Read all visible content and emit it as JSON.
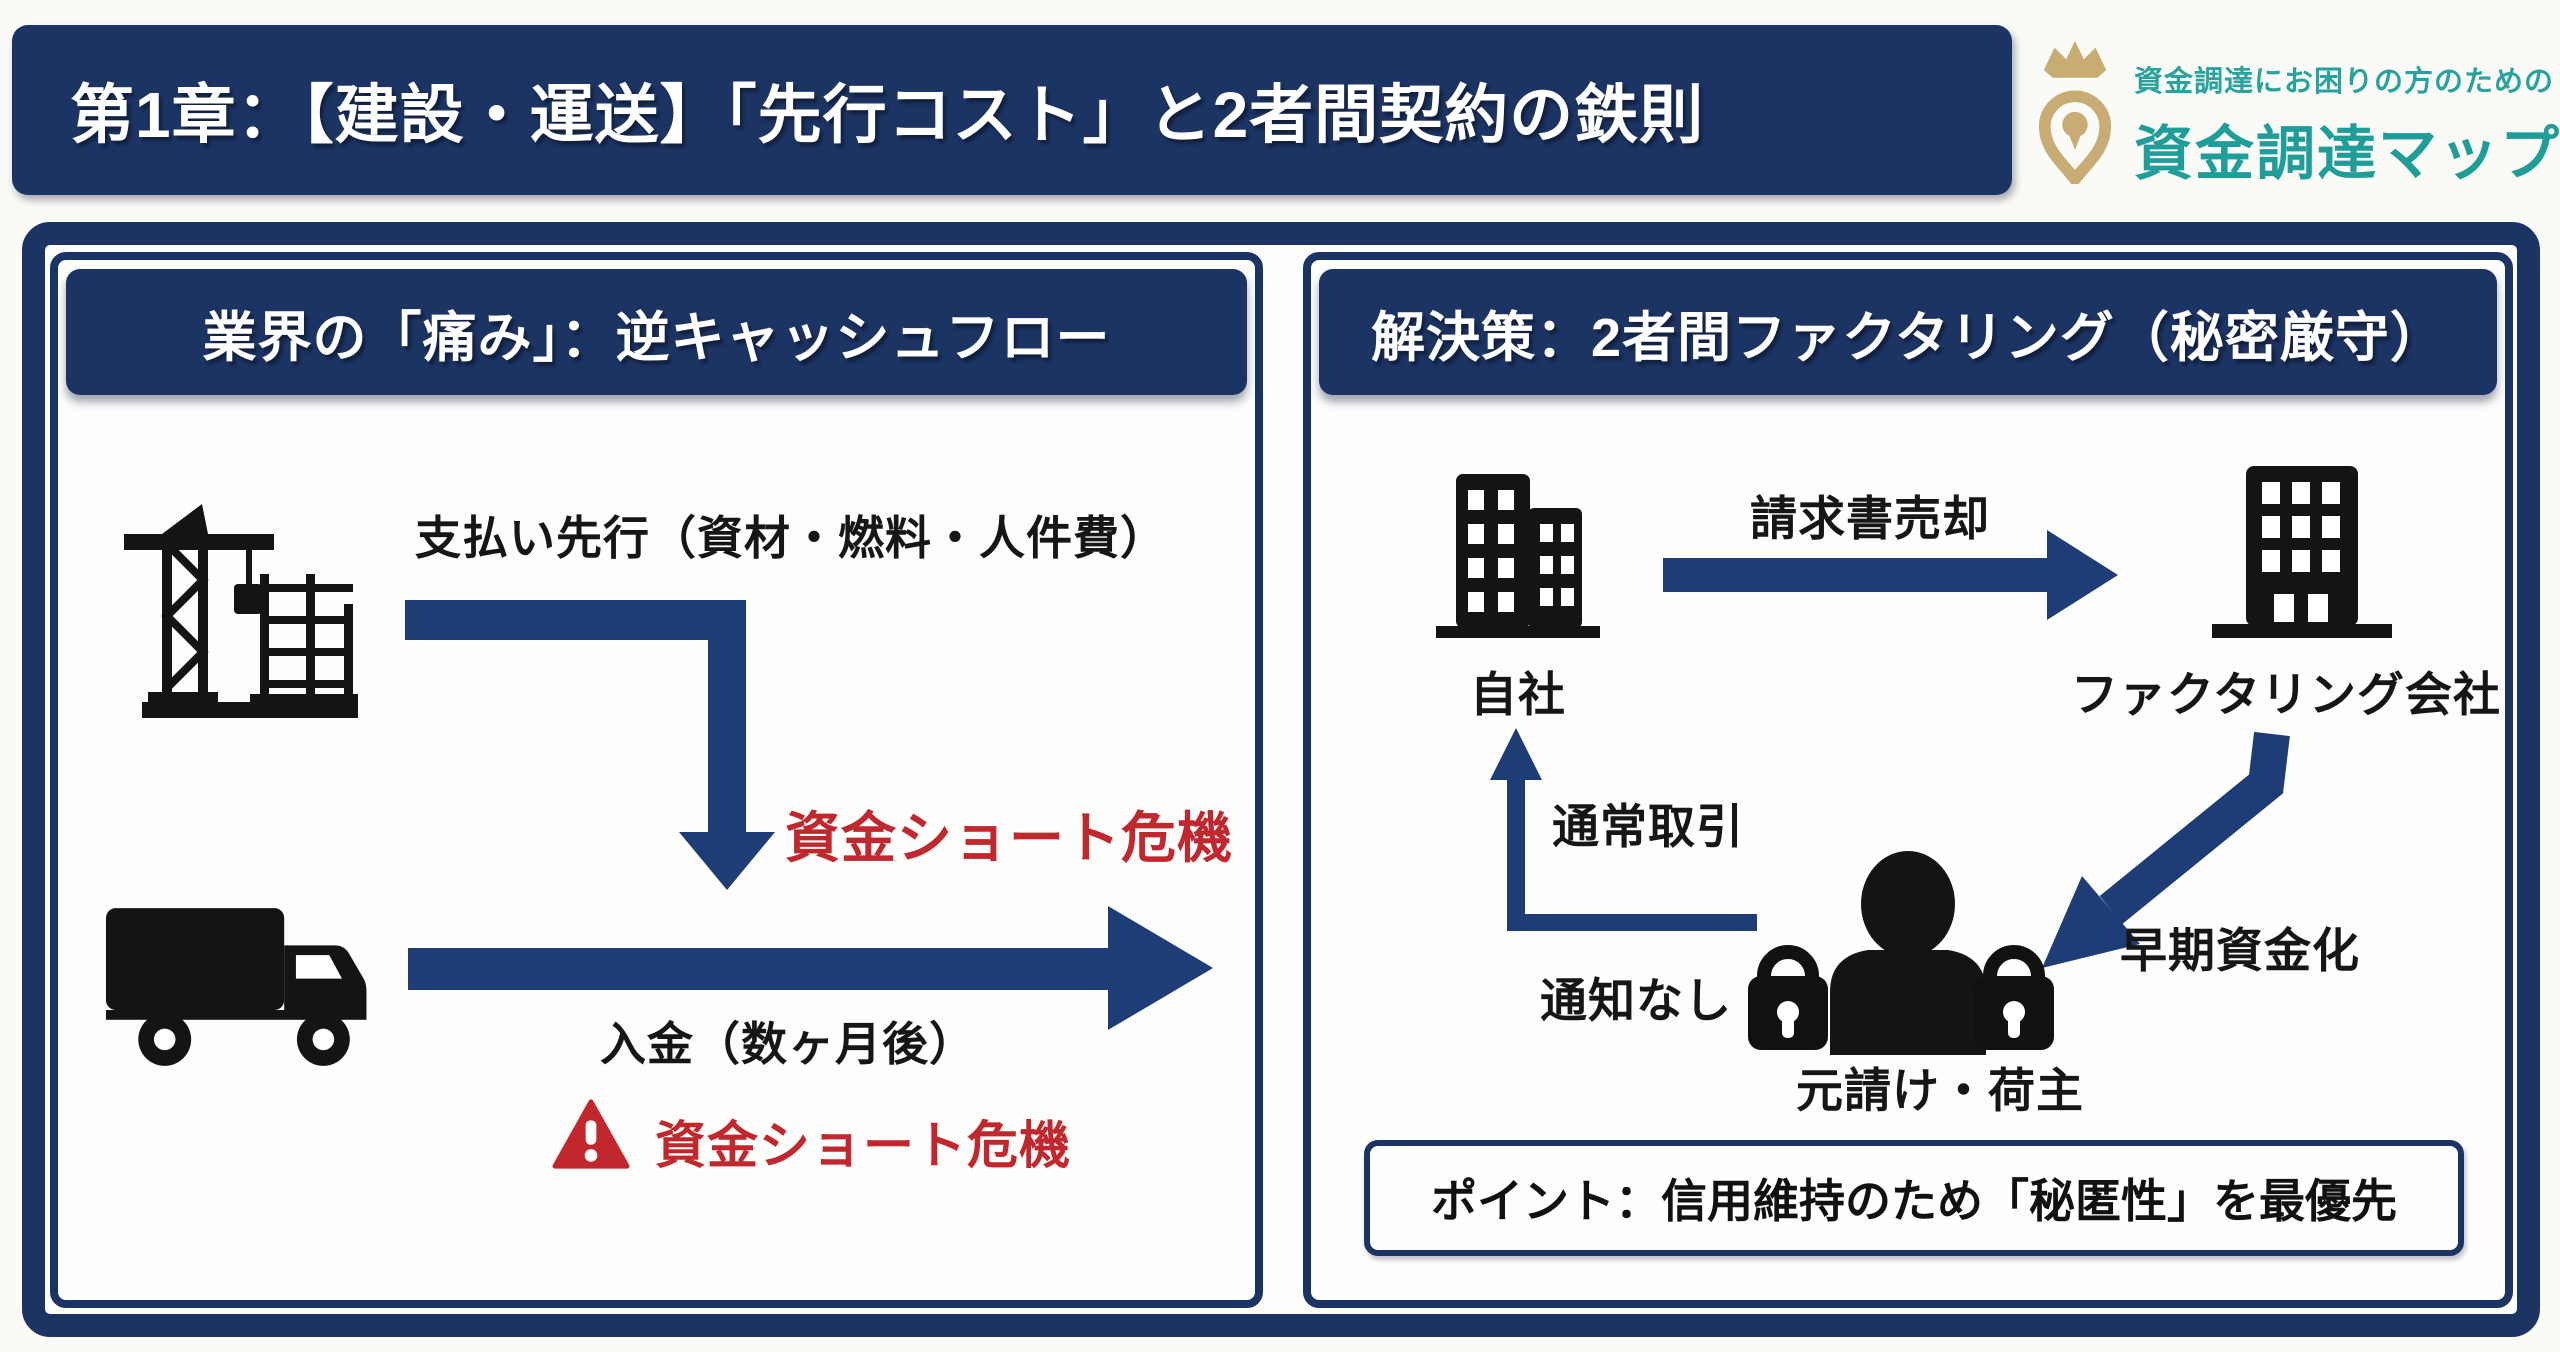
{
  "header": {
    "title": "第1章：【建設・運送】「先行コスト」と2者間契約の鉄則"
  },
  "logo": {
    "tagline": "資金調達にお困りの方のための",
    "brand": "資金調達マップ"
  },
  "problem": {
    "title": "業界の「痛み」：逆キャッシュフロー",
    "pay_first_label": "支払い先行（資材・燃料・人件費）",
    "cash_crisis_1": "資金ショート危機",
    "deposit_label": "入金（数ヶ月後）",
    "cash_crisis_2": "資金ショート危機"
  },
  "solution": {
    "title": "解決策：2者間ファクタリング（秘密厳守）",
    "company_label": "自社",
    "invoice_sale_label": "請求書売却",
    "factoring_company_label": "ファクタリング会社",
    "normal_trade_label": "通常取引",
    "early_funding_label": "早期資金化",
    "no_notice_label": "通知なし",
    "client_label": "元請け・荷主",
    "point_label": "ポイント：信用維持のため「秘匿性」を最優先"
  },
  "colors": {
    "navy": "#1c3464",
    "arrow_navy": "#1e3d76",
    "red": "#c1272d",
    "teal": "#1f9e99",
    "gold": "#c8ac74",
    "black_icon": "#141414"
  },
  "icons": [
    "crown-map-pin-icon",
    "crane-icon",
    "truck-icon",
    "warning-triangle-icon",
    "building-icon",
    "person-icon",
    "padlock-icon",
    "arrow-down-icon",
    "arrow-right-icon",
    "arrow-up-icon",
    "arrow-diagonal-icon"
  ]
}
